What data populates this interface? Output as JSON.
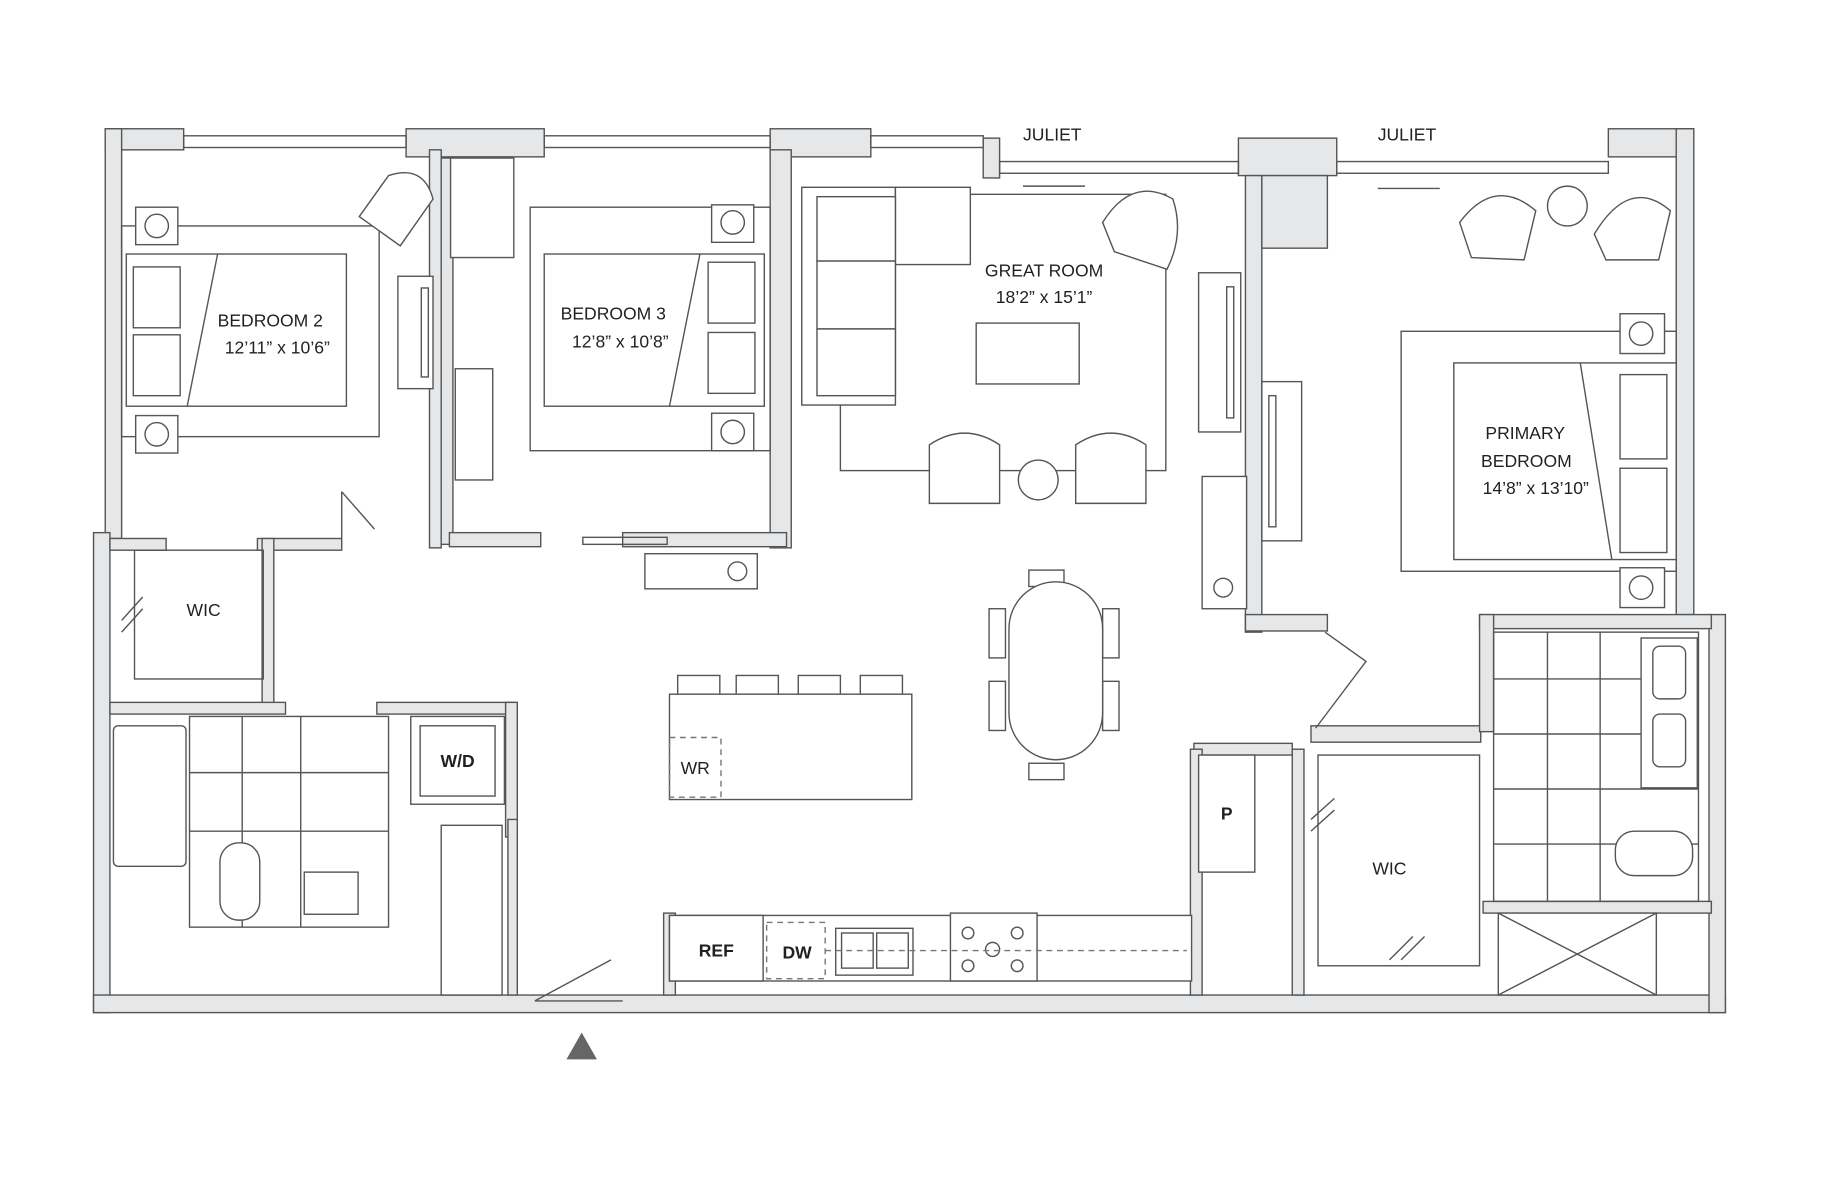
{
  "plan": {
    "rooms": {
      "bedroom2": {
        "name": "BEDROOM 2",
        "size": "12’11” x 10’6”"
      },
      "bedroom3": {
        "name": "BEDROOM 3",
        "size": "12’8” x 10’8”"
      },
      "great_room": {
        "name": "GREAT ROOM",
        "size": "18’2” x 15’1”"
      },
      "primary": {
        "name_line1": "PRIMARY",
        "name_line2": "BEDROOM",
        "size": "14’8” x 13’10”"
      },
      "wic_left": "WIC",
      "wic_right": "WIC",
      "washer_dryer": "W/D",
      "wine_rack": "WR",
      "pantry": "P",
      "refrigerator": "REF",
      "dishwasher": "DW"
    },
    "juliet_left": "JULIET",
    "juliet_right": "JULIET",
    "colors": {
      "wall": "#e6e7e8",
      "line": "#555555",
      "entry_marker": "#666666"
    }
  }
}
